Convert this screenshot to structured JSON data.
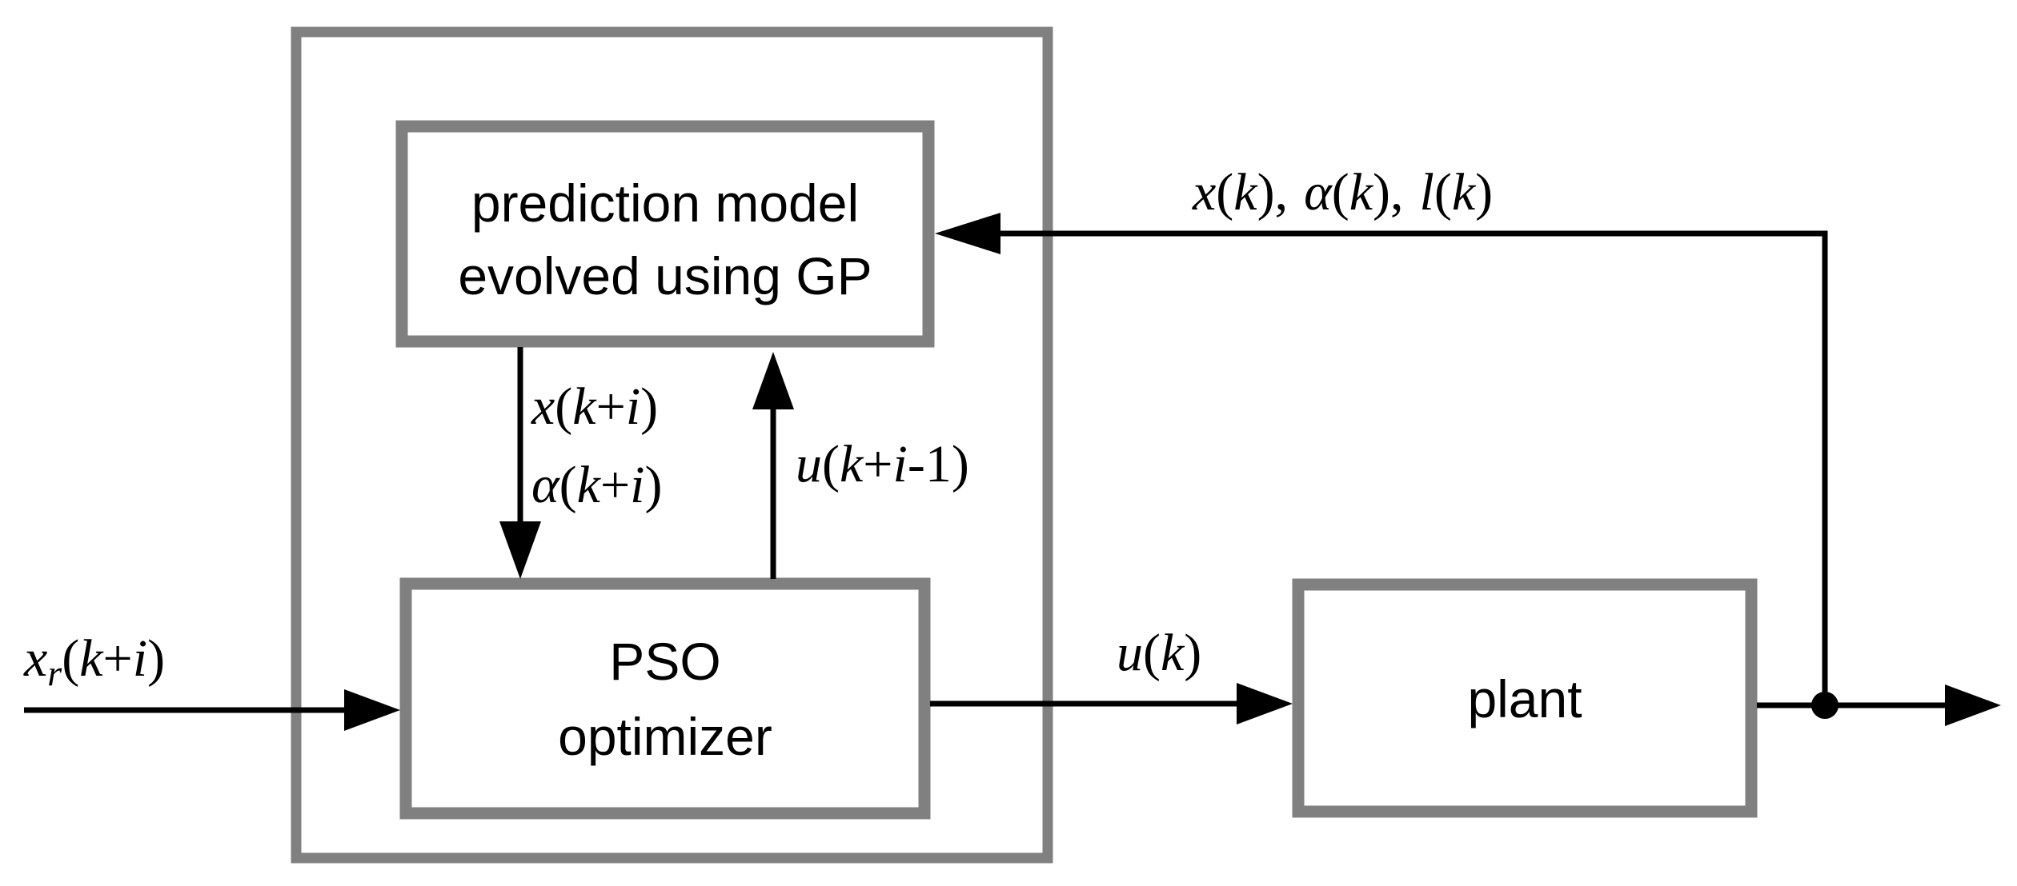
{
  "blocks": {
    "prediction_model": {
      "line1": "prediction model",
      "line2": "evolved using GP"
    },
    "pso_optimizer": {
      "line1": "PSO",
      "line2": "optimizer"
    },
    "plant": {
      "label": "plant"
    }
  },
  "signals": {
    "feedback": {
      "x_func": "x",
      "x_arg": "k",
      "sep1": ",",
      "alpha_func": "α",
      "alpha_arg": "k",
      "sep2": ",",
      "l_func": "l",
      "l_arg": "k"
    },
    "predicted_state": {
      "x_func": "x",
      "x_k": "k",
      "x_plus": "+",
      "x_i": "i",
      "alpha_func": "α",
      "alpha_k": "k",
      "alpha_plus": "+",
      "alpha_i": "i"
    },
    "predicted_control": {
      "u_func": "u",
      "u_k": "k",
      "u_plus": "+",
      "u_i": "i",
      "u_minus_one": "-1"
    },
    "reference": {
      "func": "x",
      "subscript": "r",
      "k": "k",
      "plus": "+",
      "i": "i"
    },
    "control": {
      "func": "u",
      "arg": "k"
    }
  },
  "colors": {
    "block_border": "#808080",
    "line": "#000000"
  }
}
